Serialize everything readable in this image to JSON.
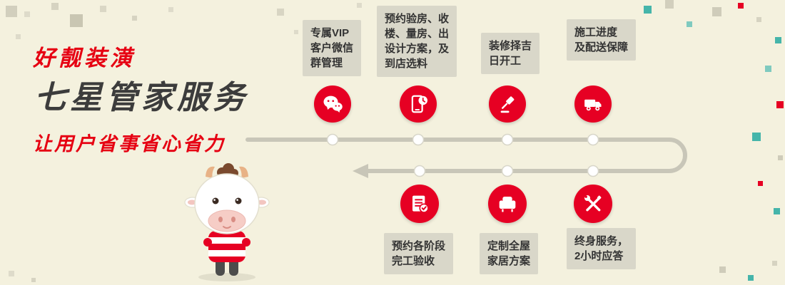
{
  "header": {
    "brand": "好靓装潢",
    "title": "七星管家服务",
    "subtitle": "让用户省事省心省力"
  },
  "steps_top": [
    {
      "label": "专属VIP\n客户微信\n群管理",
      "icon": "wechat-icon"
    },
    {
      "label": "预约验房、收\n楼、量房、出\n设计方案，及\n到店选料",
      "icon": "phone-clock-icon"
    },
    {
      "label": "装修择吉\n日开工",
      "icon": "gavel-icon"
    },
    {
      "label": "施工进度\n及配送保障",
      "icon": "delivery-truck-icon"
    }
  ],
  "steps_bottom": [
    {
      "label": "预约各阶段\n完工验收",
      "icon": "checklist-icon"
    },
    {
      "label": "定制全屋\n家居方案",
      "icon": "sofa-icon"
    },
    {
      "label": "终身服务，\n2小时应答",
      "icon": "tools-icon"
    }
  ],
  "mascot": {
    "name": "cow-mascot"
  },
  "colors": {
    "accent_red": "#e60023",
    "background": "#f4f1de",
    "label_box": "#d9d7c9",
    "timeline_gray": "#c8c6b8",
    "teal_accent": "#45b5aa"
  }
}
